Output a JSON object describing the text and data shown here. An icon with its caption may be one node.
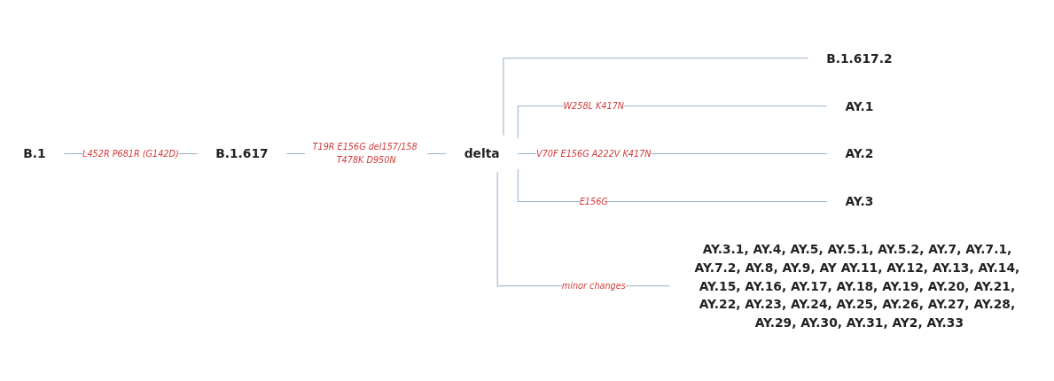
{
  "diagram": {
    "nodes": [
      {
        "text": [
          "B.1"
        ]
      },
      {
        "text": [
          "B.1.617"
        ]
      },
      {
        "text": [
          "delta"
        ]
      },
      {
        "text": [
          "B.1.617.2"
        ]
      },
      {
        "text": [
          "AY.1"
        ]
      },
      {
        "text": [
          "AY.2"
        ]
      },
      {
        "text": [
          "AY.3"
        ]
      },
      {
        "text": [
          "AY.3.1, AY.4, AY.5, AY.5.1, AY.5.2, AY.7, AY.7.1, AY.7.2, AY.8, AY.9, AY AY.11, AY.12, AY.13, AY.14, AY.15, AY.16, AY.17, AY.18, AY.19, AY.20, AY.21, AY.22, AY.23, AY.24, AY.25, AY.26, AY.27, AY.28, AY.29, AY.30, AY.31, AY2, AY.33"
        ]
      }
    ],
    "edges": [
      {
        "from": 0,
        "to": 1,
        "arrow": "none",
        "label": "L452R P681R (G142D)"
      },
      {
        "from": 1,
        "to": 2,
        "arrow": "none",
        "label": "T19R E156G del157/158 T478K D950N"
      },
      {
        "from": 2,
        "to": 3,
        "arrow": "none"
      },
      {
        "from": 2,
        "to": 4,
        "arrow": "none",
        "label": "W258L K417N"
      },
      {
        "from": 2,
        "to": 5,
        "arrow": "none",
        "label": "V70F E156G A222V K417N"
      },
      {
        "from": 2,
        "to": 6,
        "arrow": "none",
        "label": "E156G"
      },
      {
        "from": 2,
        "to": 7,
        "arrow": "none",
        "label": "minor changes"
      }
    ]
  }
}
